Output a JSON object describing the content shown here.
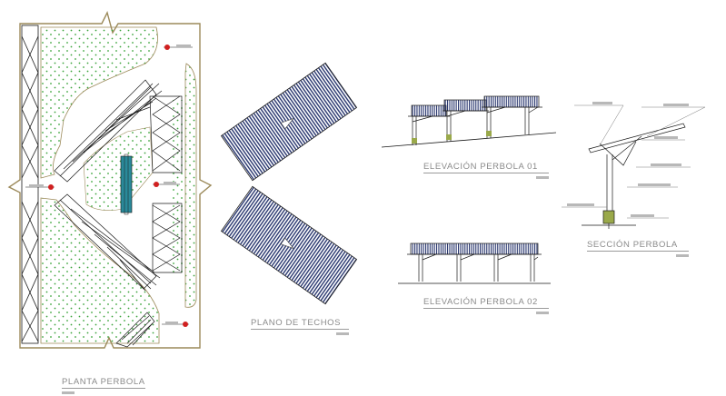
{
  "labels": {
    "planta": "PLANTA PERBOLA",
    "plano_techos": "PLANO DE TECHOS",
    "elev01": "ELEVACIÓN PERBOLA 01",
    "elev02": "ELEVACIÓN PERBOLA 02",
    "seccion": "SECCIÓN PERBOLA"
  },
  "colors": {
    "boundary": "#9c8a5a",
    "hatch_dot": "#3aa33a",
    "structure": "#1a1a1a",
    "roof_panel": "#27356e",
    "accent_blue": "#2a8a9a",
    "marker_red": "#d02020",
    "label_grey": "#8a8a8a"
  }
}
